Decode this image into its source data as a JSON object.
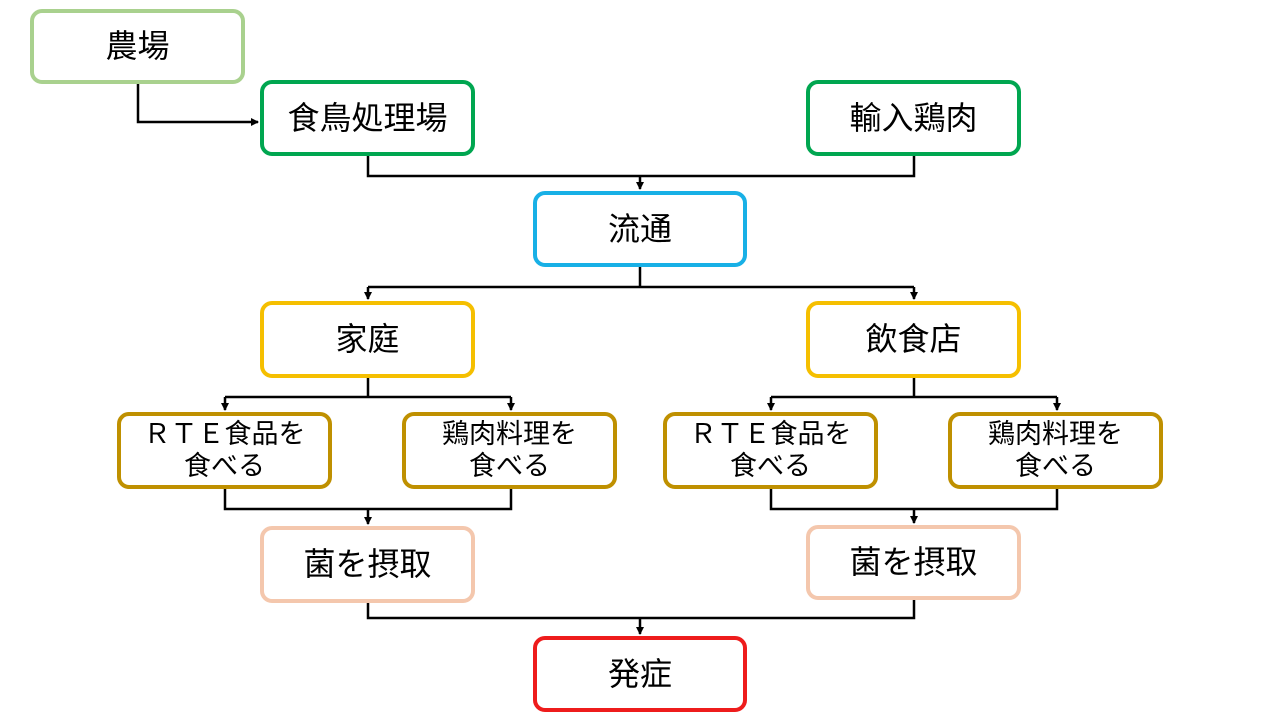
{
  "diagram": {
    "nodes": {
      "farm": "農場",
      "slaughterhouse": "食鳥処理場",
      "imported_chicken": "輸入鶏肉",
      "distribution": "流通",
      "home": "家庭",
      "restaurant": "飲食店",
      "home_rte": [
        "ＲＴＥ食品を",
        "食べる"
      ],
      "home_cooked": [
        "鶏肉料理を",
        "食べる"
      ],
      "restaurant_rte": [
        "ＲＴＥ食品を",
        "食べる"
      ],
      "restaurant_cooked": [
        "鶏肉料理を",
        "食べる"
      ],
      "home_ingest": "菌を摂取",
      "restaurant_ingest": "菌を摂取",
      "onset": "発症"
    },
    "colors": {
      "farm": "#a9d18e",
      "processing": "#00a650",
      "distribution": "#18b0e6",
      "venue": "#f5bf00",
      "food": "#bf9000",
      "ingest": "#f4c7ad",
      "onset": "#ee1c1c",
      "connector": "#000000"
    }
  }
}
